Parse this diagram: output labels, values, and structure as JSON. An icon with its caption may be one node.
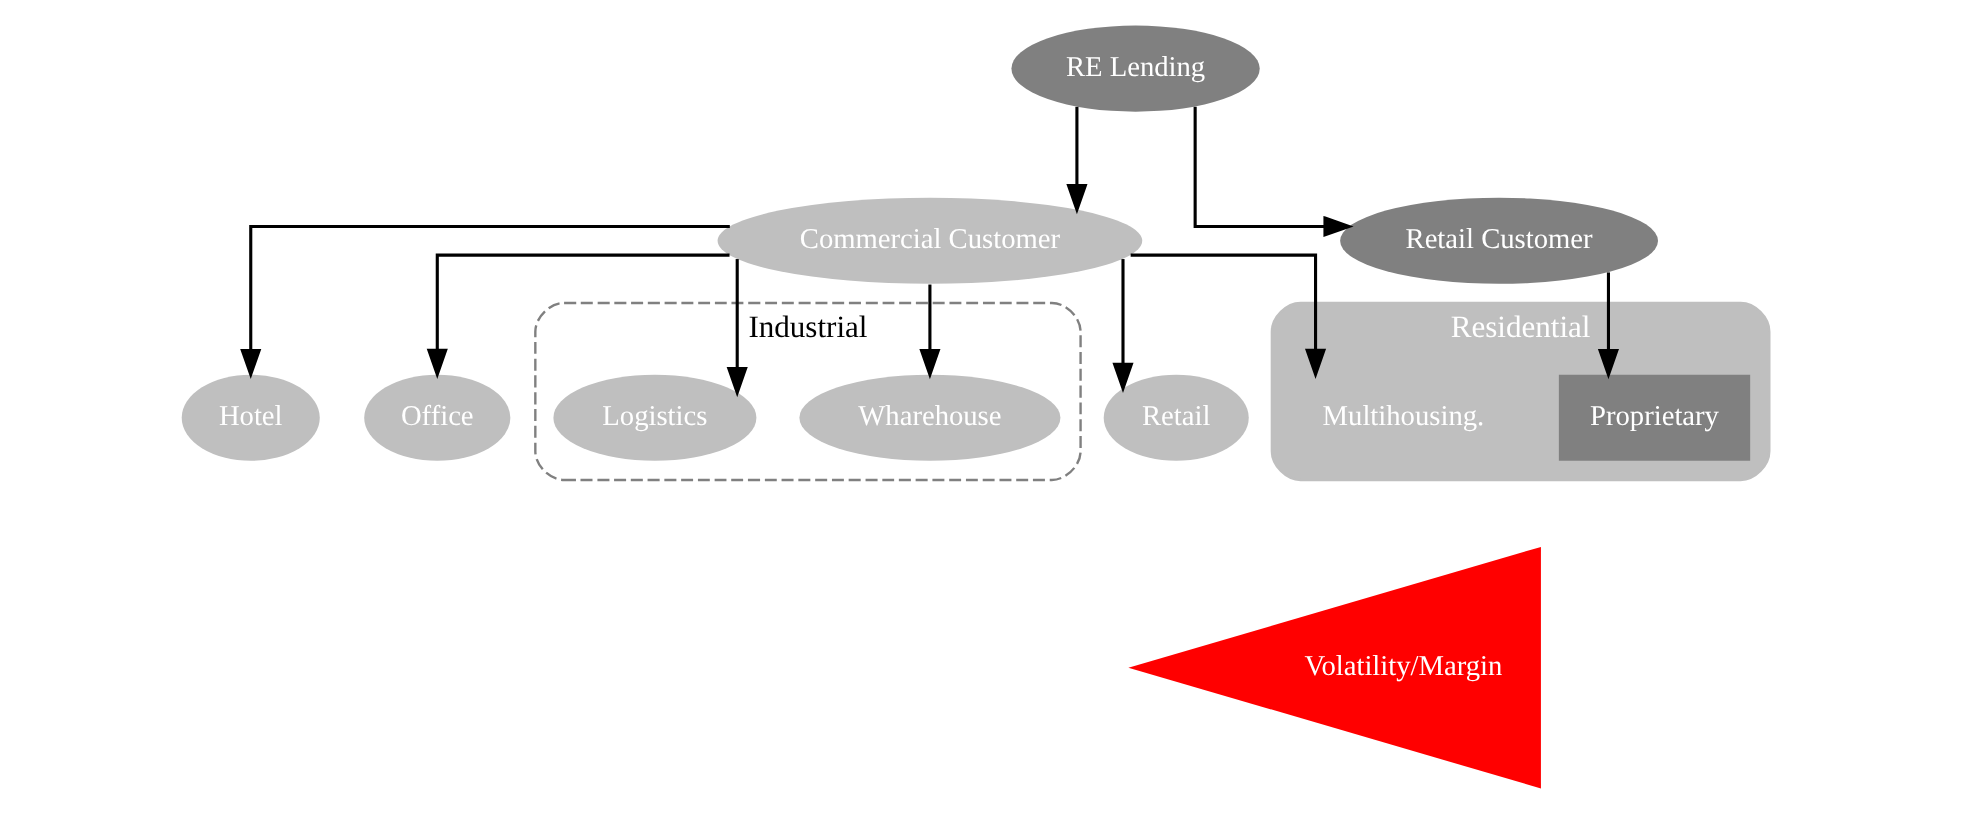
{
  "diagram": {
    "nodes": [
      {
        "text": [
          "RE Lending"
        ]
      },
      {
        "text": [
          "Commercial Customer"
        ]
      },
      {
        "text": [
          "Retail Customer"
        ]
      },
      {
        "text": [
          "Hotel"
        ]
      },
      {
        "text": [
          "Office"
        ]
      },
      {
        "text": [
          "Industrial"
        ]
      },
      {
        "text": [
          "Wharehouse"
        ],
        "in": 5
      },
      {
        "text": [
          "Logistics"
        ],
        "in": 5
      },
      {
        "text": [
          "Retail"
        ]
      },
      {
        "text": [
          "Residential"
        ]
      },
      {
        "text": [
          "Multihousing."
        ],
        "in": 9
      },
      {
        "text": [
          "Proprietary"
        ],
        "in": 9
      },
      {
        "text": [
          "Volatility/Margin"
        ]
      }
    ],
    "edges": [
      {
        "from": 0,
        "to": 1,
        "arrow": "to"
      },
      {
        "from": 0,
        "to": 2,
        "arrow": "to"
      },
      {
        "from": 1,
        "to": 3,
        "arrow": "to"
      },
      {
        "from": 1,
        "to": 4,
        "arrow": "to"
      },
      {
        "from": 1,
        "to": 6,
        "arrow": "to"
      },
      {
        "from": 1,
        "to": 7,
        "arrow": "to"
      },
      {
        "from": 1,
        "to": 8,
        "arrow": "to"
      },
      {
        "from": 1,
        "to": 10,
        "arrow": "to"
      },
      {
        "from": 2,
        "to": 11,
        "arrow": "to"
      }
    ]
  }
}
